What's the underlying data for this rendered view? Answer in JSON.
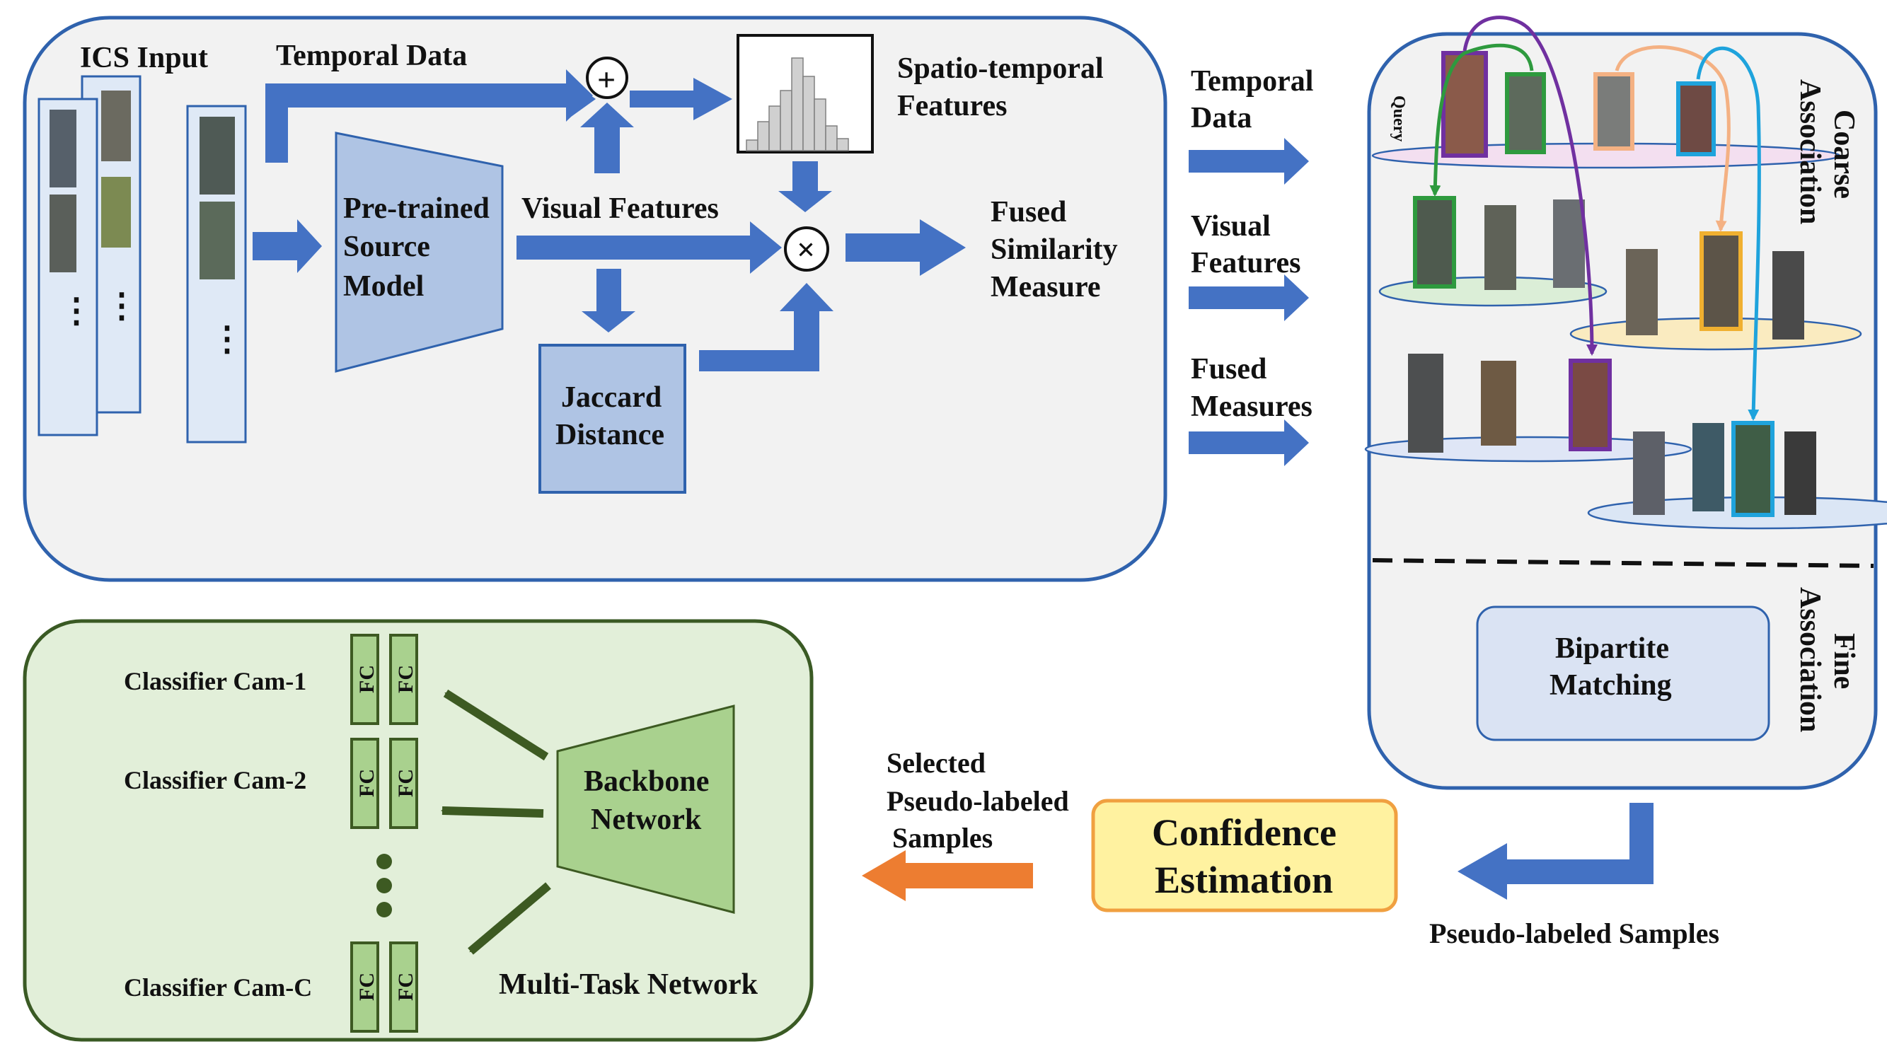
{
  "colors": {
    "panel_top_fill": "#f2f2f2",
    "panel_blue_border": "#2f62ad",
    "arrow_blue": "#4472c4",
    "model_fill": "#afc4e4",
    "panel_green_fill": "#e2efd9",
    "panel_green_border": "#3a5a24",
    "green_dark": "#3d5a22",
    "fc_fill": "#a9d18e",
    "confidence_fill": "#fff2a0",
    "confidence_border": "#f0a040",
    "orange_arrow": "#ed7d31",
    "bipartite_fill": "#dae3f3",
    "query_purple": "#7030a0",
    "match_green": "#2e9a3e",
    "match_orange": "#f4b183",
    "match_cyan": "#1fa3dc"
  },
  "top_panel": {
    "ics_input": "ICS Input",
    "temporal_data": "Temporal Data",
    "spatio_temporal": [
      "Spatio-temporal",
      "Features"
    ],
    "pretrained_model": [
      "Pre-trained",
      "Source",
      "Model"
    ],
    "visual_features": "Visual Features",
    "fused_similarity": [
      "Fused",
      "Similarity",
      "Measure"
    ],
    "jaccard": [
      "Jaccard",
      "Distance"
    ],
    "plus_symbol": "+",
    "times_symbol": "×",
    "dots": "⋮"
  },
  "middle_labels": {
    "temporal": [
      "Temporal",
      "Data"
    ],
    "visual": [
      "Visual",
      "Features"
    ],
    "fused": [
      "Fused",
      "Measures"
    ]
  },
  "association_panel": {
    "query_label": "Query",
    "coarse": [
      "Coarse",
      "Association"
    ],
    "fine": [
      "Fine",
      "Association"
    ],
    "bipartite": [
      "Bipartite",
      "Matching"
    ]
  },
  "pseudo_labeled_samples": "Pseudo-labeled Samples",
  "confidence": [
    "Confidence",
    "Estimation"
  ],
  "selected_samples": [
    "Selected",
    "Pseudo-labeled",
    "Samples"
  ],
  "multitask_panel": {
    "title": "Multi-Task Network",
    "backbone": [
      "Backbone",
      "Network"
    ],
    "classifiers": [
      "Classifier Cam-1",
      "Classifier Cam-2",
      "Classifier Cam-C"
    ],
    "fc_label": "FC"
  }
}
